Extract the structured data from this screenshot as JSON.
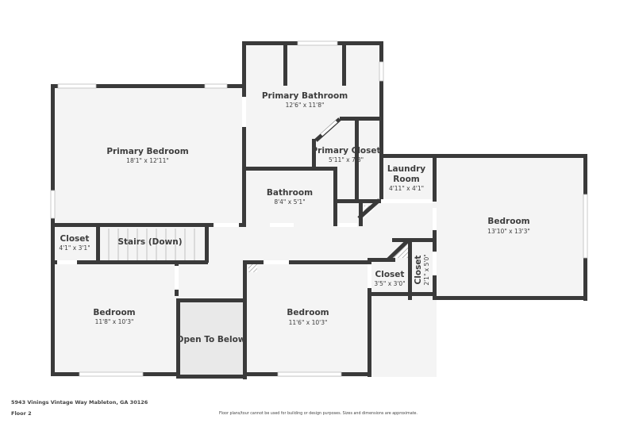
{
  "plan": {
    "floor_label": "Floor 2",
    "address": "5943 Vinings Vintage Way Mableton, GA 30126",
    "disclaimer": "Floor plans/tour cannot be used for building or design purposes. Sizes and dimensions are approximate.",
    "colors": {
      "wall": "#3a3a3a",
      "room": "#f4f4f4",
      "open_to_below": "#e9e9e9",
      "text": "#3d3d3d"
    }
  },
  "rooms": {
    "primary_bathroom": {
      "name": "Primary Bathroom",
      "dims": "12'6\" x 11'8\""
    },
    "primary_bedroom": {
      "name": "Primary Bedroom",
      "dims": "18'1\" x 12'11\""
    },
    "primary_closet": {
      "name": "Primary Closet",
      "dims": "5'11\" x 7'8\""
    },
    "bathroom": {
      "name": "Bathroom",
      "dims": "8'4\" x 5'1\""
    },
    "laundry": {
      "name_line1": "Laundry",
      "name_line2": "Room",
      "dims": "4'11\" x 4'1\""
    },
    "bedroom_east": {
      "name": "Bedroom",
      "dims": "13'10\" x 13'3\""
    },
    "closet_nw": {
      "name": "Closet",
      "dims": "4'1\" x 3'1\""
    },
    "stairs": {
      "name": "Stairs (Down)"
    },
    "bedroom_sw": {
      "name": "Bedroom",
      "dims": "11'8\" x 10'3\""
    },
    "open_to_below": {
      "name": "Open To Below"
    },
    "bedroom_s": {
      "name": "Bedroom",
      "dims": "11'6\" x 10'3\""
    },
    "closet_s": {
      "name": "Closet",
      "dims": "3'5\" x 3'0\""
    },
    "closet_vertical": {
      "name": "Closet",
      "dims": "2'1\" x 5'0\""
    }
  }
}
